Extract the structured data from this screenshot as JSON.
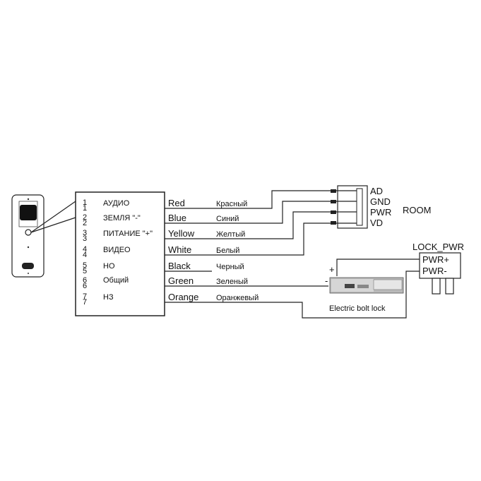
{
  "pins": [
    {
      "num1": "1",
      "num2": "1",
      "label": "АУДИО",
      "color_en": "Red",
      "color_ru": "Красный"
    },
    {
      "num1": "2",
      "num2": "2",
      "label": "ЗЕМЛЯ \"-\"",
      "color_en": "Blue",
      "color_ru": "Синий"
    },
    {
      "num1": "3",
      "num2": "3",
      "label": "ПИТАНИЕ \"+\"",
      "color_en": "Yellow",
      "color_ru": "Желтый"
    },
    {
      "num1": "4",
      "num2": "4",
      "label": "ВИДЕО",
      "color_en": "White",
      "color_ru": "Белый"
    },
    {
      "num1": "5",
      "num2": "5",
      "label": "НО",
      "color_en": "Black",
      "color_ru": "Черный"
    },
    {
      "num1": "6",
      "num2": "6",
      "label": "Общий",
      "color_en": "Green",
      "color_ru": "Зеленый"
    },
    {
      "num1": "7",
      "num2": "7",
      "label": "НЗ",
      "color_en": "Orange",
      "color_ru": "Оранжевый"
    }
  ],
  "room": {
    "label": "ROOM",
    "terminals": [
      "AD",
      "GND",
      "PWR",
      "VD"
    ]
  },
  "lock_power": {
    "title": "LOCK_PWR",
    "terminals": [
      "PWR+",
      "PWR-"
    ]
  },
  "bolt_lock": {
    "label": "Electric bolt lock",
    "plus": "+",
    "minus": "-"
  }
}
